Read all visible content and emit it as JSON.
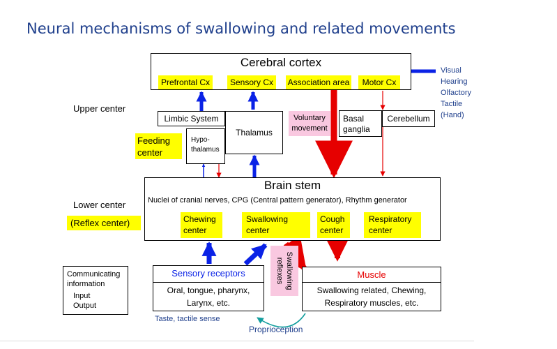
{
  "title": "Neural mechanisms of swallowing and related movements",
  "cortex": {
    "title": "Cerebral cortex",
    "areas": [
      "Prefrontal Cx",
      "Sensory Cx",
      "Association area",
      "Motor Cx"
    ]
  },
  "senses": [
    "Visual",
    "Hearing",
    "Olfactory",
    "Tactile",
    "(Hand)"
  ],
  "upper_center": "Upper center",
  "limbic": "Limbic System",
  "thalamus": "Thalamus",
  "feeding": [
    "Feeding",
    "center"
  ],
  "hypothalamus": [
    "Hypo-",
    "thalamus"
  ],
  "voluntary": [
    "Voluntary",
    "movement"
  ],
  "basal": [
    "Basal",
    "ganglia"
  ],
  "cerebellum": "Cerebellum",
  "brainstem": {
    "title": "Brain stem",
    "subtitle": "Nuclei of cranial nerves, CPG (Central pattern generator), Rhythm generator",
    "centers": [
      [
        "Chewing",
        "center"
      ],
      [
        "Swallowing",
        "center"
      ],
      [
        "Cough",
        "center"
      ],
      [
        "Respiratory",
        "center"
      ]
    ]
  },
  "lower_center": "Lower center",
  "reflex_center": "(Reflex center)",
  "swallowing_reflexes": [
    "Swallowing",
    "reflexes"
  ],
  "sensory_receptors": {
    "title": "Sensory receptors",
    "lines": [
      "Oral, tongue, pharynx,",
      "Larynx, etc."
    ]
  },
  "muscle": {
    "title": "Muscle",
    "lines": [
      "Swallowing related, Chewing,",
      "Respiratory muscles, etc."
    ]
  },
  "legend": {
    "lines": [
      "Communicating",
      "information"
    ],
    "input": "Input",
    "output": "Output"
  },
  "taste": "Taste, tactile sense",
  "proprioception": "Proprioception",
  "colors": {
    "title": "#1f3f8c",
    "highlight": "#ffff00",
    "pink": "#f9c8e0",
    "input_arrow": "#0a22e6",
    "output_arrow": "#e60000",
    "teal": "#139e9e"
  }
}
